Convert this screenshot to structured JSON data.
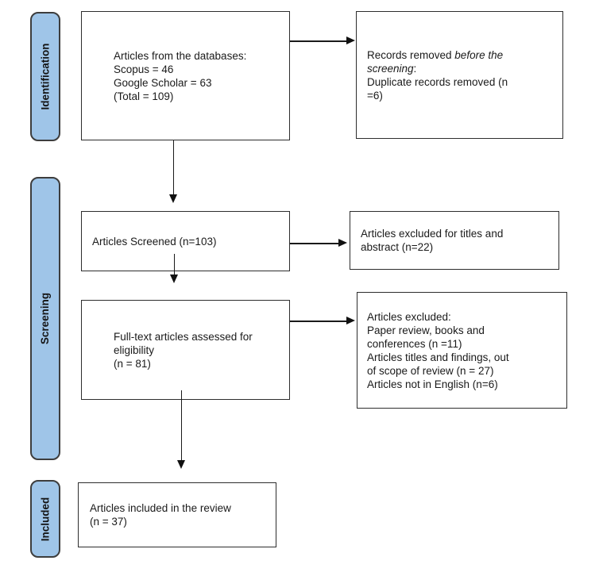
{
  "stages": {
    "identification": "Identification",
    "screening": "Screening",
    "included": "Included"
  },
  "boxes": {
    "databases": {
      "lines": [
        "Articles from the databases:",
        "Scopus = 46",
        "Google Scholar = 63",
        "(Total = 109)"
      ]
    },
    "records_removed": {
      "prefix": "Records removed ",
      "italic": "before the screening",
      "suffix": ":",
      "detail": "Duplicate records removed (n =6)"
    },
    "screened": {
      "text": "Articles Screened (n=103)"
    },
    "excluded_titles": {
      "text": "Articles excluded for titles and abstract (n=22)"
    },
    "fulltext": {
      "lines": [
        "Full-text articles assessed for",
        "eligibility",
        "(n = 81)"
      ]
    },
    "excluded_fulltext": {
      "title": "Articles excluded:",
      "items": [
        "Paper review, books and conferences (n =11)",
        "Articles titles and findings, out of scope of review (n = 27)",
        "Articles not in English (n=6)"
      ]
    },
    "included": {
      "lines": [
        "Articles included in the review",
        "(n = 37)"
      ]
    }
  },
  "colors": {
    "stage_fill": "#9fc5e8",
    "stage_border": "#3d3d3d",
    "box_border": "#2d2d2d",
    "arrow": "#1a1a1a",
    "background": "#ffffff"
  }
}
